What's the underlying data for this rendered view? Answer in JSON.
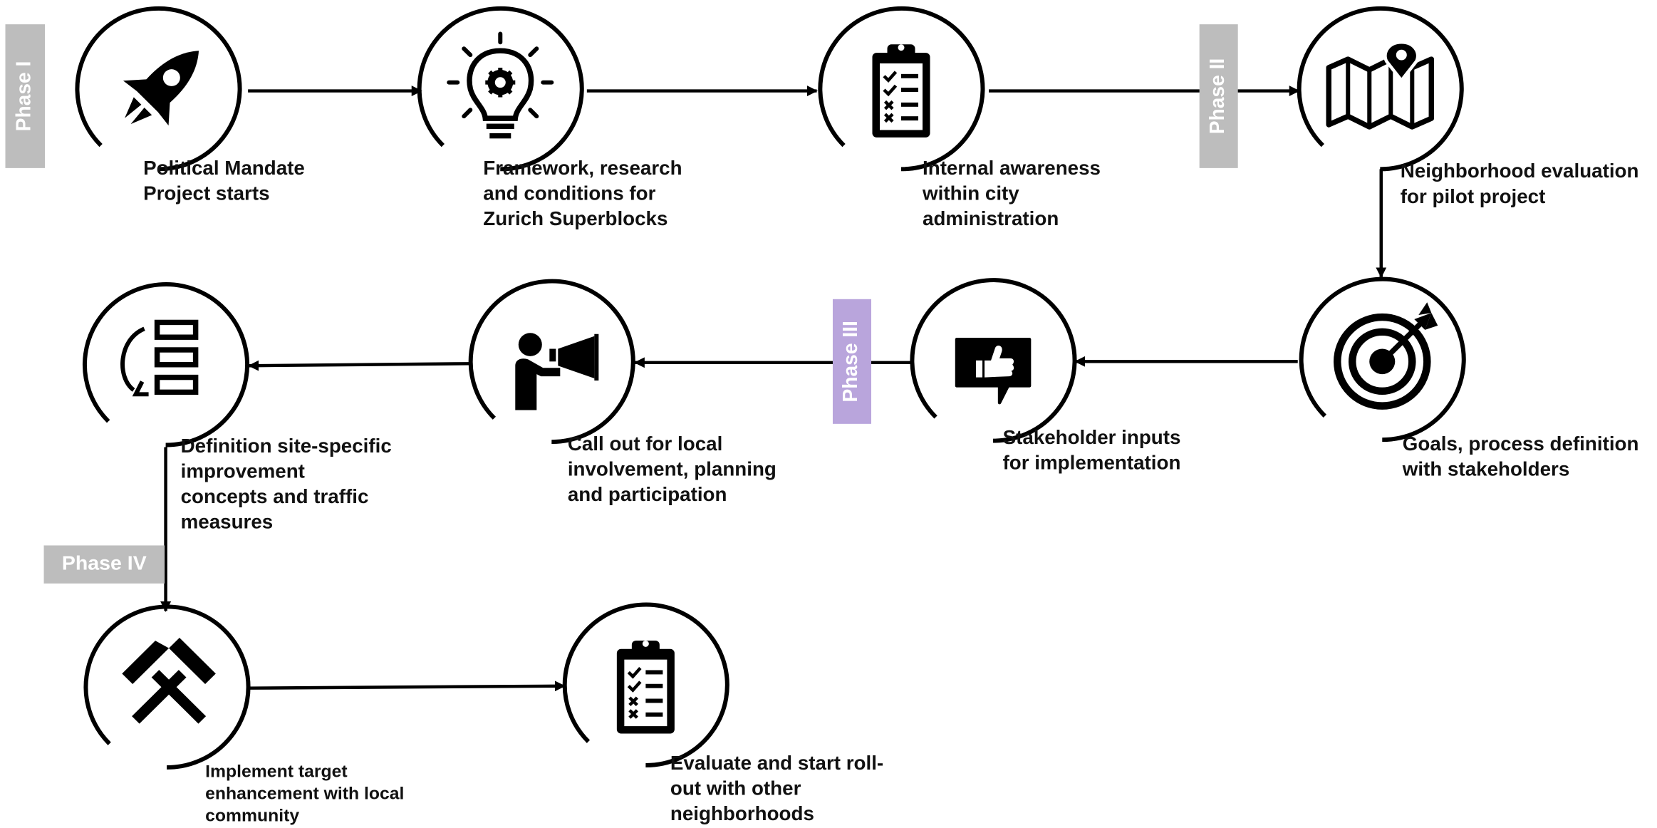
{
  "colors": {
    "line": "#000000",
    "phase_gray": "#bdbdbd",
    "phase_purple": "#b9a5dc",
    "text": "#111111",
    "icon_white": "#ffffff"
  },
  "phases": {
    "p1": "Phase I",
    "p2": "Phase II",
    "p3": "Phase III",
    "p4": "Phase IV"
  },
  "steps": [
    {
      "label": "Political Mandate\nProject starts",
      "icon": "rocket-icon"
    },
    {
      "label": "Framework, research\nand conditions for\nZurich Superblocks",
      "icon": "lightbulb-gear-icon"
    },
    {
      "label": "Internal awareness\nwithin city\nadministration",
      "icon": "clipboard-checklist-icon"
    },
    {
      "label": "Neighborhood evaluation\nfor pilot project",
      "icon": "map-pin-icon"
    },
    {
      "label": "Goals, process definition\nwith stakeholders",
      "icon": "target-arrow-icon"
    },
    {
      "label": "Stakeholder inputs\nfor implementation",
      "icon": "thumbs-up-speech-icon"
    },
    {
      "label": "Call out for local\ninvolvement, planning\nand participation",
      "icon": "megaphone-person-icon"
    },
    {
      "label": "Definition site-specific\nimprovement\nconcepts and traffic\nmeasures",
      "icon": "list-refresh-icon"
    },
    {
      "label": "Implement target\nenhancement with local\ncommunity",
      "icon": "hammers-icon"
    },
    {
      "label": "Evaluate and start roll-\nout with other\nneighborhoods",
      "icon": "clipboard-checklist-icon"
    }
  ]
}
